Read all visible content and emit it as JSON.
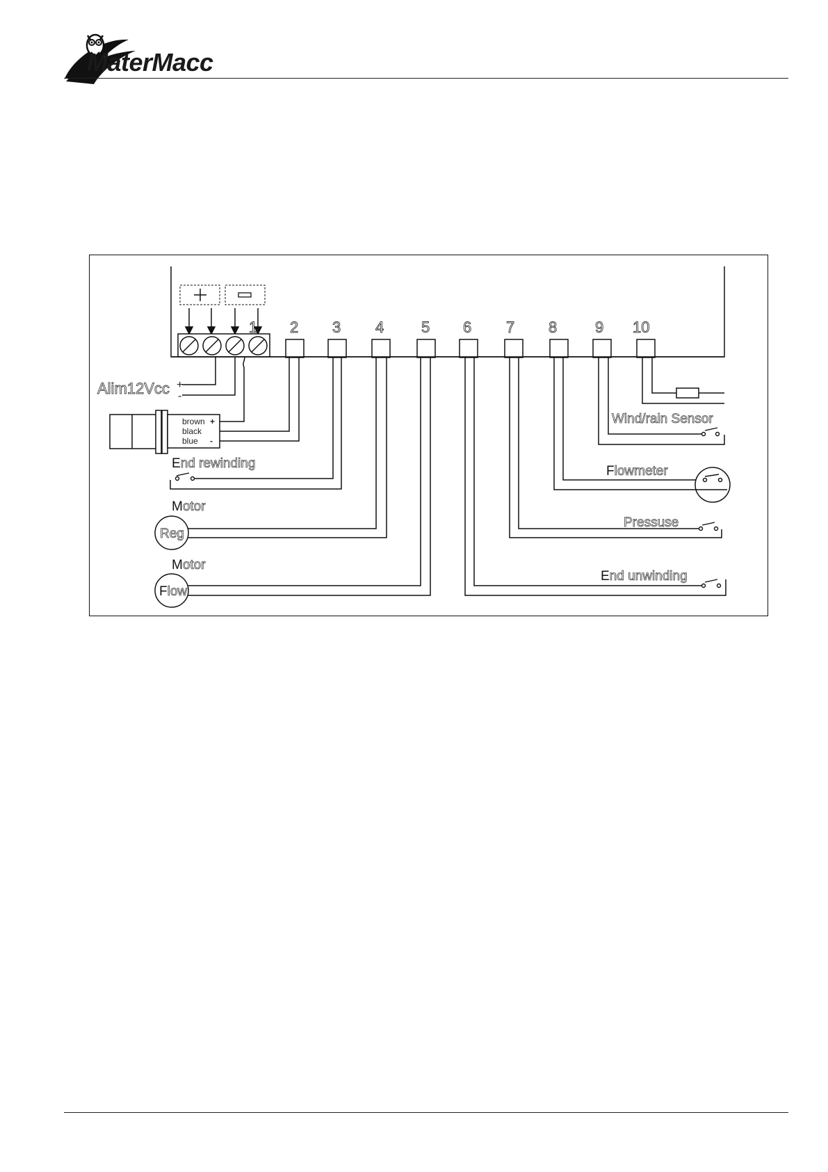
{
  "header": {
    "brand": "MaterMacc",
    "logo_icon": "owl-logo-icon"
  },
  "diagram": {
    "polarity": {
      "plus": "+",
      "minus": "–"
    },
    "terminals": [
      "1",
      "2",
      "3",
      "4",
      "5",
      "6",
      "7",
      "8",
      "9",
      "10"
    ],
    "power": {
      "label": "Alim12Vcc",
      "plus": "+",
      "minus": "-"
    },
    "proximity_sensor": {
      "wires": [
        {
          "color": "brown",
          "sign": "+"
        },
        {
          "color": "black",
          "sign": ""
        },
        {
          "color": "blue",
          "sign": "-"
        }
      ]
    },
    "end_rewinding": {
      "cap": "E",
      "rest": "nd rewinding"
    },
    "motor_reg": {
      "cap": "M",
      "rest": "otor",
      "symbol_text": "Reg"
    },
    "motor_flow": {
      "cap": "M",
      "rest": "otor",
      "symbol_cap": "F",
      "symbol_rest": "low"
    },
    "wind_rain_sensor": "Wind/rain Sensor",
    "flowmeter": {
      "cap": "F",
      "rest": "lowmeter"
    },
    "pressuse": "Pressuse",
    "end_unwinding": {
      "cap": "E",
      "rest": "nd unwinding"
    }
  }
}
